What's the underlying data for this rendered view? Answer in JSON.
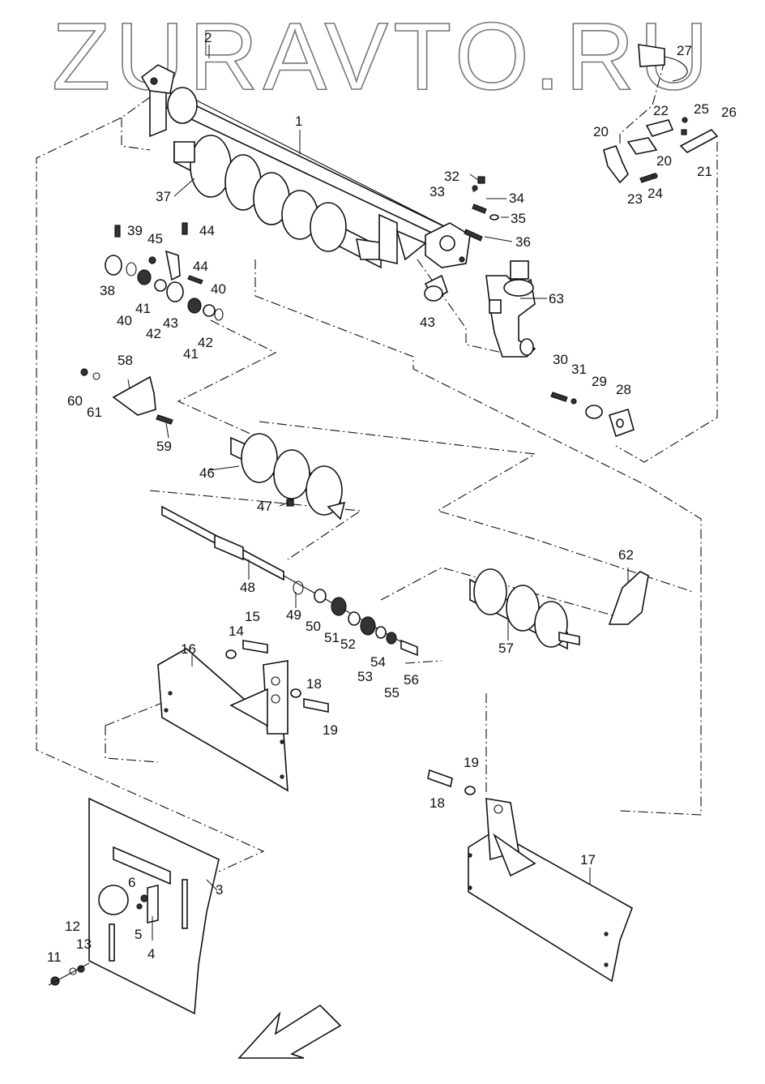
{
  "watermark": "ZURAVTO.RU",
  "callouts": [
    {
      "id": "c1",
      "text": "1"
    },
    {
      "id": "c2",
      "text": "2"
    },
    {
      "id": "c3",
      "text": "3"
    },
    {
      "id": "c4",
      "text": "4"
    },
    {
      "id": "c5",
      "text": "5"
    },
    {
      "id": "c6",
      "text": "6"
    },
    {
      "id": "c11",
      "text": "11"
    },
    {
      "id": "c12",
      "text": "12"
    },
    {
      "id": "c13",
      "text": "13"
    },
    {
      "id": "c14",
      "text": "14"
    },
    {
      "id": "c15",
      "text": "15"
    },
    {
      "id": "c16",
      "text": "16"
    },
    {
      "id": "c17",
      "text": "17"
    },
    {
      "id": "c18a",
      "text": "18"
    },
    {
      "id": "c18b",
      "text": "18"
    },
    {
      "id": "c19a",
      "text": "19"
    },
    {
      "id": "c19b",
      "text": "19"
    },
    {
      "id": "c20a",
      "text": "20"
    },
    {
      "id": "c20b",
      "text": "20"
    },
    {
      "id": "c21",
      "text": "21"
    },
    {
      "id": "c22",
      "text": "22"
    },
    {
      "id": "c23",
      "text": "23"
    },
    {
      "id": "c24",
      "text": "24"
    },
    {
      "id": "c25",
      "text": "25"
    },
    {
      "id": "c26",
      "text": "26"
    },
    {
      "id": "c27",
      "text": "27"
    },
    {
      "id": "c28",
      "text": "28"
    },
    {
      "id": "c29",
      "text": "29"
    },
    {
      "id": "c30",
      "text": "30"
    },
    {
      "id": "c31",
      "text": "31"
    },
    {
      "id": "c32",
      "text": "32"
    },
    {
      "id": "c33",
      "text": "33"
    },
    {
      "id": "c34",
      "text": "34"
    },
    {
      "id": "c35",
      "text": "35"
    },
    {
      "id": "c36",
      "text": "36"
    },
    {
      "id": "c37",
      "text": "37"
    },
    {
      "id": "c38",
      "text": "38"
    },
    {
      "id": "c39",
      "text": "39"
    },
    {
      "id": "c40a",
      "text": "40"
    },
    {
      "id": "c40b",
      "text": "40"
    },
    {
      "id": "c41a",
      "text": "41"
    },
    {
      "id": "c41b",
      "text": "41"
    },
    {
      "id": "c42a",
      "text": "42"
    },
    {
      "id": "c42b",
      "text": "42"
    },
    {
      "id": "c43a",
      "text": "43"
    },
    {
      "id": "c43b",
      "text": "43"
    },
    {
      "id": "c44a",
      "text": "44"
    },
    {
      "id": "c44b",
      "text": "44"
    },
    {
      "id": "c45",
      "text": "45"
    },
    {
      "id": "c46",
      "text": "46"
    },
    {
      "id": "c47",
      "text": "47"
    },
    {
      "id": "c48",
      "text": "48"
    },
    {
      "id": "c49",
      "text": "49"
    },
    {
      "id": "c50",
      "text": "50"
    },
    {
      "id": "c51",
      "text": "51"
    },
    {
      "id": "c52",
      "text": "52"
    },
    {
      "id": "c53",
      "text": "53"
    },
    {
      "id": "c54",
      "text": "54"
    },
    {
      "id": "c55",
      "text": "55"
    },
    {
      "id": "c56",
      "text": "56"
    },
    {
      "id": "c57",
      "text": "57"
    },
    {
      "id": "c58",
      "text": "58"
    },
    {
      "id": "c59",
      "text": "59"
    },
    {
      "id": "c60",
      "text": "60"
    },
    {
      "id": "c61",
      "text": "61"
    },
    {
      "id": "c62",
      "text": "62"
    },
    {
      "id": "c63",
      "text": "63"
    }
  ]
}
